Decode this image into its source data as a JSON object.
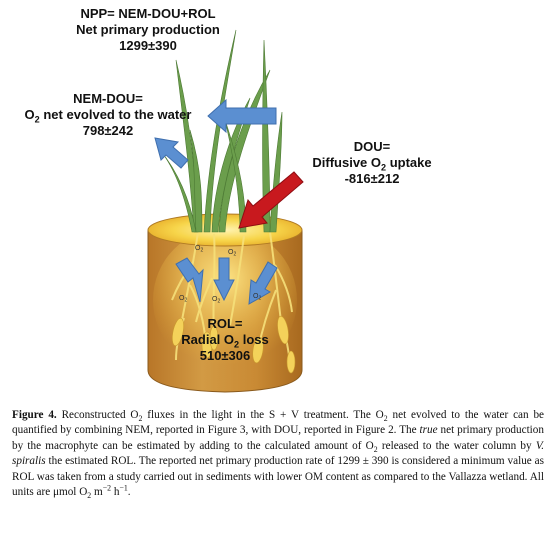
{
  "labels": {
    "npp": {
      "formula": "NPP= NEM-DOU+ROL",
      "name": "Net primary production",
      "value": "1299±390"
    },
    "nemdou": {
      "formula": "NEM-DOU=",
      "name_pre": "O",
      "name_sub": "2",
      "name_post": " net evolved to the water",
      "value": "798±242"
    },
    "dou": {
      "formula": "DOU=",
      "name_pre": "Diffusive O",
      "name_sub": "2",
      "name_post": " uptake",
      "value": "-816±212"
    },
    "rol": {
      "formula": "ROL=",
      "name_pre": "Radial O",
      "name_sub": "2",
      "name_post": " loss",
      "value": "510±306"
    },
    "o2_small": "O",
    "o2_small_sub": "2"
  },
  "caption": {
    "label": "Figure 4.",
    "t1": " Reconstructed O",
    "s1": "2",
    "t2": " fluxes in the light in the S + V treatment. The O",
    "s2": "2",
    "t3": " net evolved to the water can be quantified by combining NEM, reported in Figure ",
    "ref3": "3",
    "t4": ", with DOU, reported in Figure ",
    "ref2": "2",
    "t5": ". The ",
    "true_word": "true",
    "t6": " net primary production by the macrophyte can be estimated by adding to the calculated amount of O",
    "s3": "2",
    "t7": " released to the water column by ",
    "species": "V. spiralis",
    "t8": " the estimated ROL. The reported net primary production rate of 1299 ± 390 is considered a minimum value as ROL was taken from a study carried out in sediments with lower OM content as compared to the Vallazza wetland. All units are μmol O",
    "s4": "2",
    "t9": " m",
    "sup1": "−2",
    "t10": " h",
    "sup2": "−1",
    "t11": "."
  },
  "colors": {
    "blue_arrow": "#5b8fd1",
    "red_arrow": "#c8191e",
    "sediment": "#c98a34",
    "water_top": "#f2c32e",
    "leaf": "#6b9e4c"
  }
}
